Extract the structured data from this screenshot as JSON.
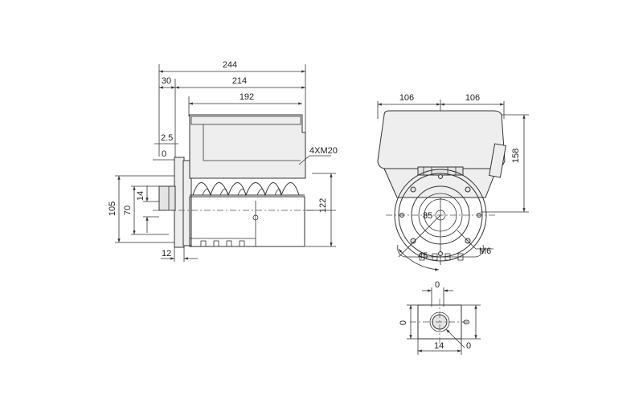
{
  "side_view": {
    "dims": {
      "overall_length": "244",
      "flange_offset": "30",
      "body_length": "214",
      "box_length": "192",
      "spigot": "2.5",
      "shaft_end": "0",
      "flange_dia": "105",
      "pcd": "70",
      "shaft_dia": "14",
      "shaft_height": "122",
      "flange_thickness": "12"
    },
    "cable_entry": "4XM20"
  },
  "end_view": {
    "dims": {
      "half_width_left": "106",
      "half_width_right": "106",
      "height": "158",
      "bore": "85",
      "angle": "45",
      "thread": "M6"
    }
  },
  "shaft_detail": {
    "dims": {
      "keyway_width": "0",
      "height_left": "0",
      "height_right": "0",
      "diameter": "14",
      "key_depth": "0"
    }
  }
}
